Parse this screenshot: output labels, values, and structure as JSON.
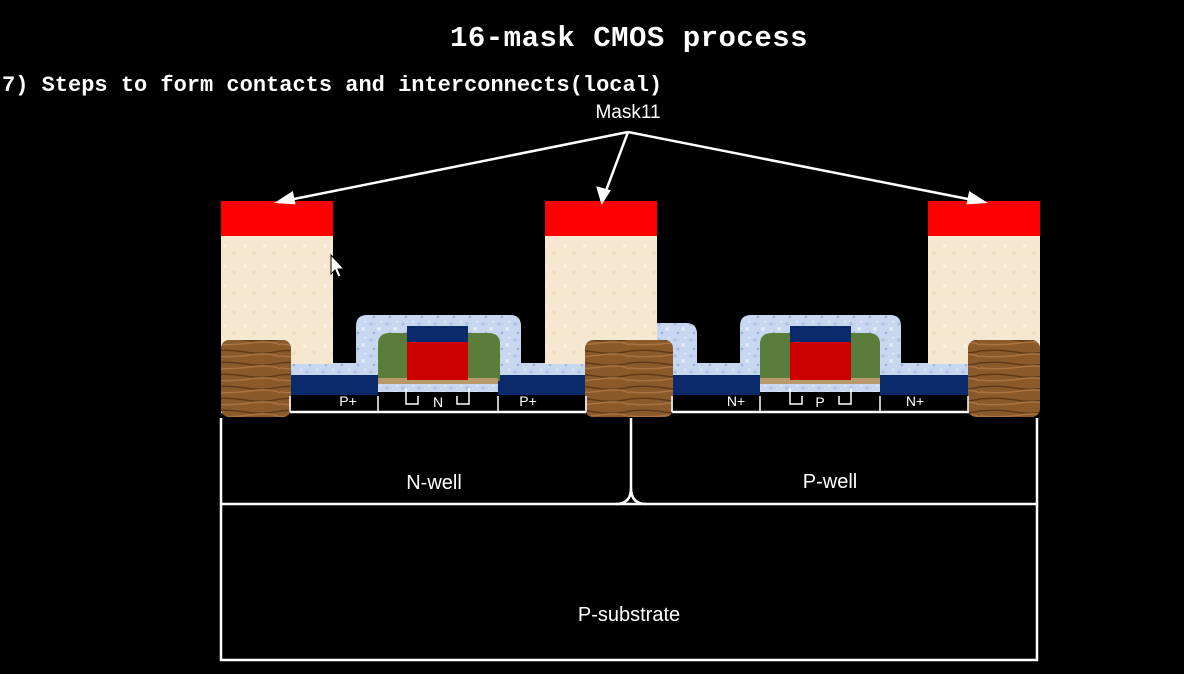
{
  "title": "16-mask CMOS process",
  "subtitle": "7) Steps to form contacts and interconnects(local)",
  "mask_label": "Mask11",
  "regions": {
    "nwell": "N-well",
    "pwell": "P-well",
    "substrate": "P-substrate"
  },
  "diffusion_labels": {
    "p_plus_left": "P+",
    "n_channel": "N",
    "p_plus_right": "P+",
    "n_plus_left": "N+",
    "p_channel": "P",
    "n_plus_right": "N+"
  },
  "colors": {
    "background": "#000000",
    "photoresist": "#ff0000",
    "oxide_dielectric": "#f7ead3",
    "spacer_oxide": "#c9d9f2",
    "field_oxide": "#8a5a2b",
    "diffusion": "#0a2a6b",
    "poly_gate": "#cc0000",
    "gate_cap": "#0a2a6b",
    "sidewall_spacer": "#5a7e3a",
    "gate_oxide": "#b89a6a",
    "outline": "#ffffff"
  }
}
